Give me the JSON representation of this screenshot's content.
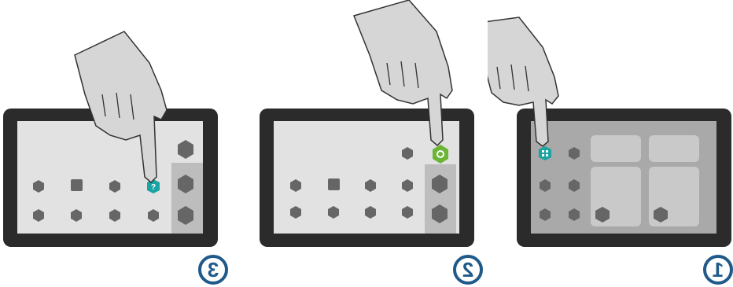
{
  "steps": [
    {
      "number": "3",
      "label": "3"
    },
    {
      "number": "2",
      "label": "2"
    },
    {
      "number": "1",
      "label": "1"
    }
  ],
  "colors": {
    "frame": "#2b2b2b",
    "screen": "#e2e2e2",
    "hex_gray": "#666666",
    "highlight_teal": "#1aa3a3",
    "highlight_green": "#6bb536",
    "step_circle": "#1f5a8a",
    "hand_fill": "#d6d6d6"
  },
  "icons": {
    "panel3_touched": "question-help-icon",
    "panel2_touched": "settings-gear-icon",
    "panel1_touched": "apps-grid-icon"
  }
}
